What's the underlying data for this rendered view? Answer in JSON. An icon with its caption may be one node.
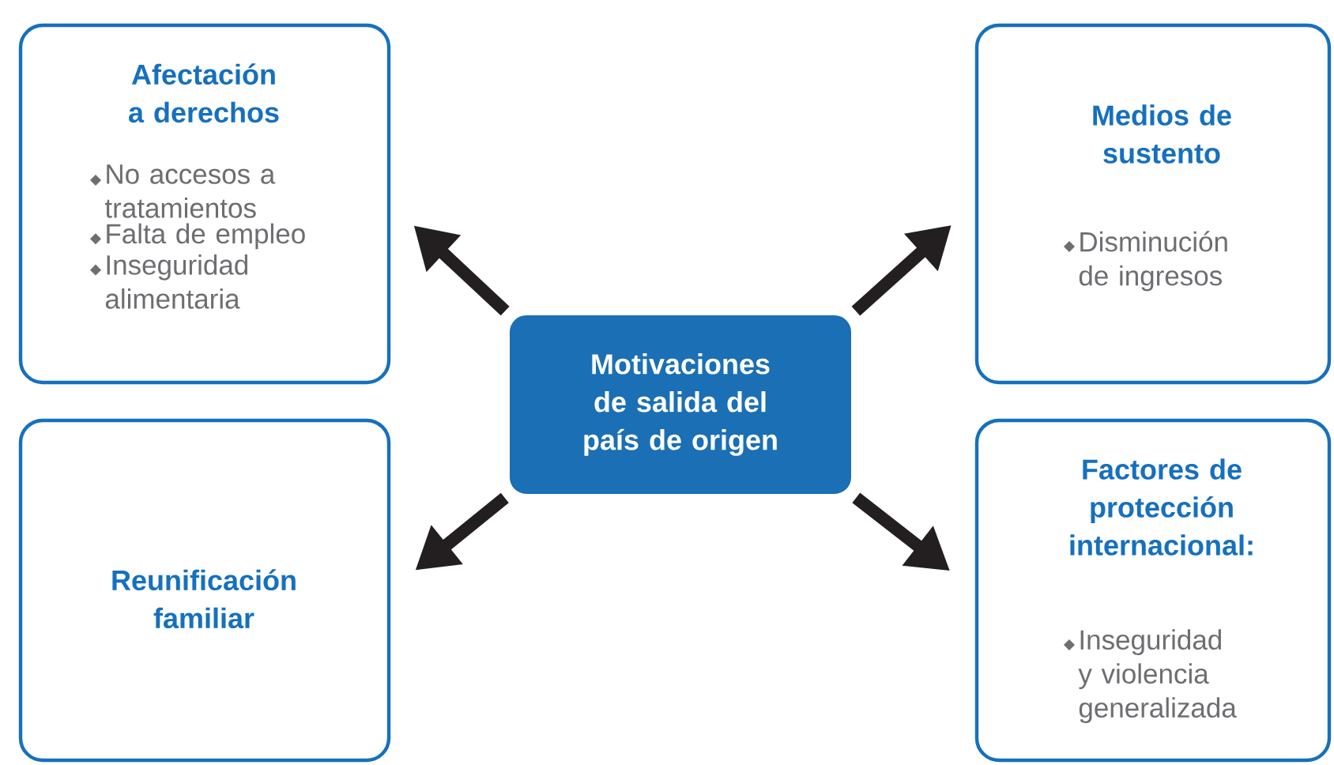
{
  "diagram": {
    "nodes": [
      {
        "text": [
          "Motivaciones de salida del país de origen"
        ]
      },
      {
        "text": [
          "Afectación a derechos",
          "No accesos a tratamientos",
          "Falta de empleo",
          "Inseguridad alimentaria"
        ]
      },
      {
        "text": [
          "Medios de sustento",
          "Disminución de ingresos"
        ]
      },
      {
        "text": [
          "Reunificación familiar"
        ]
      },
      {
        "text": [
          "Factores de protección internacional:",
          "Inseguridad y violencia generalizada"
        ]
      }
    ],
    "edges": [
      {
        "from": 0,
        "to": 1,
        "arrow": "to"
      },
      {
        "from": 0,
        "to": 2,
        "arrow": "to"
      },
      {
        "from": 0,
        "to": 3,
        "arrow": "to"
      },
      {
        "from": 0,
        "to": 4,
        "arrow": "to"
      }
    ]
  }
}
